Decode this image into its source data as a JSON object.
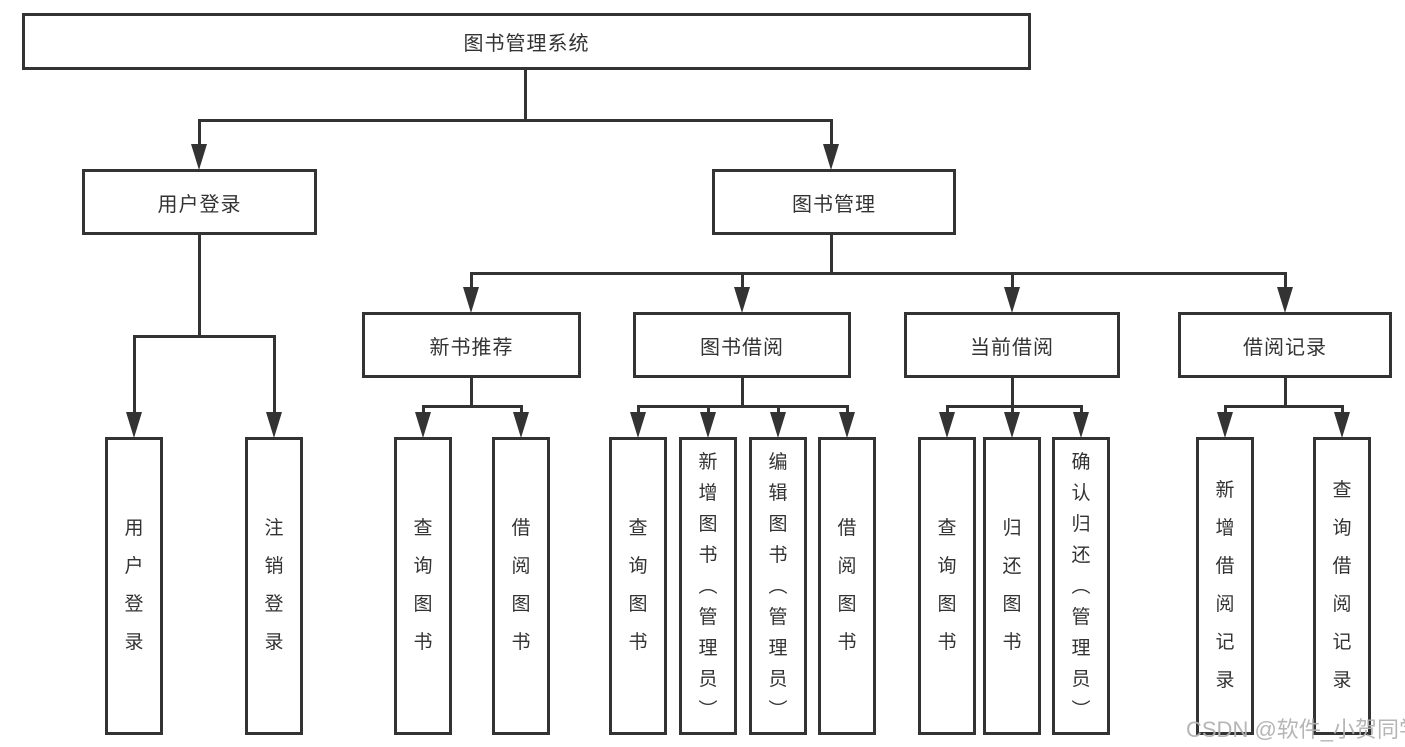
{
  "watermark": "CSDN @软件_小贺同学",
  "colors": {
    "line": "#333333",
    "text": "#333333",
    "watermark": "#b2b2b2",
    "background": "#ffffff"
  },
  "tree": {
    "root": {
      "label": "图书管理系统",
      "children": [
        {
          "label": "用户登录",
          "children": [
            {
              "label": "用户登录"
            },
            {
              "label": "注销登录"
            }
          ]
        },
        {
          "label": "图书管理",
          "children": [
            {
              "label": "新书推荐",
              "children": [
                {
                  "label": "查询图书"
                },
                {
                  "label": "借阅图书"
                }
              ]
            },
            {
              "label": "图书借阅",
              "children": [
                {
                  "label": "查询图书"
                },
                {
                  "label": "新增图书（管理员）"
                },
                {
                  "label": "编辑图书（管理员）"
                },
                {
                  "label": "借阅图书"
                }
              ]
            },
            {
              "label": "当前借阅",
              "children": [
                {
                  "label": "查询图书"
                },
                {
                  "label": "归还图书"
                },
                {
                  "label": "确认归还（管理员）"
                }
              ]
            },
            {
              "label": "借阅记录",
              "children": [
                {
                  "label": "新增借阅记录"
                },
                {
                  "label": "查询借阅记录"
                }
              ]
            }
          ]
        }
      ]
    }
  }
}
